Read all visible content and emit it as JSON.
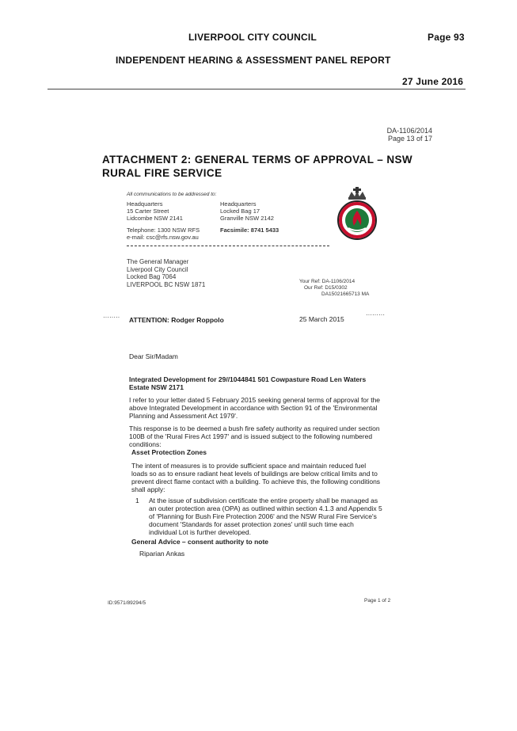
{
  "header": {
    "council": "LIVERPOOL CITY COUNCIL",
    "page": "Page 93",
    "report": "INDEPENDENT HEARING & ASSESSMENT PANEL REPORT",
    "date": "27 June 2016"
  },
  "doc_ref": {
    "da": "DA-1106/2014",
    "page_of": "Page 13 of 17"
  },
  "attachment_title": {
    "line1": "ATTACHMENT 2: GENERAL TERMS OF APPROVAL – NSW",
    "line2": "RURAL FIRE SERVICE"
  },
  "letterhead": {
    "address_note": "All communications to be addressed to:",
    "hq1": [
      "Headquarters",
      "15 Carter Street",
      "Lidcombe NSW 2141"
    ],
    "hq2": [
      "Headquarters",
      "Locked Bag 17",
      "Granville NSW 2142"
    ],
    "telephone": "Telephone: 1300 NSW RFS",
    "email": "e-mail: csc@rfs.nsw.gov.au",
    "facsimile": "Facsimile: 8741 5433"
  },
  "recipient": [
    "The General Manager",
    "Liverpool City Council",
    "Locked Bag 7064",
    "LIVERPOOL BC NSW 1871"
  ],
  "refs": [
    "Your Ref: DA-1106/2014",
    "Our Ref: D15/0302",
    "DA15021665713 MA"
  ],
  "attention": "ATTENTION: Rodger Roppolo",
  "letter_date": "25 March 2015",
  "salutation": "Dear Sir/Madam",
  "subject": {
    "line1": "Integrated Development for 29//1044841 501 Cowpasture Road Len Waters",
    "line2": "Estate NSW 2171"
  },
  "para1": [
    "I refer to your letter dated 5 February 2015 seeking general terms of approval for the",
    "above Integrated Development in accordance with Section 91 of the 'Environmental",
    "Planning and Assessment Act 1979'."
  ],
  "para2": [
    "This response is to be deemed a bush fire safety authority as required under section",
    "100B of the 'Rural Fires Act 1997' and is issued subject to the following numbered",
    "conditions:"
  ],
  "asset_heading": "Asset Protection Zones",
  "para3": [
    "The intent of measures is to provide sufficient space and maintain reduced fuel",
    "loads so as to ensure radiant heat levels of buildings are below critical limits and to",
    "prevent direct flame contact with a building. To achieve this, the following conditions",
    "shall apply:"
  ],
  "condition": {
    "number": "1",
    "lines": [
      "At the issue of subdivision certificate the entire property shall be managed as",
      "an outer protection area (OPA) as outlined within section 4.1.3 and Appendix 5",
      "of 'Planning for Bush Fire Protection 2006' and the NSW Rural Fire Service's",
      "document 'Standards for asset protection zones' until such time each",
      "individual Lot is further developed."
    ]
  },
  "general_advice": "General Advice – consent authority to note",
  "signatory": "Riparian Ankas",
  "footer": {
    "id": "ID:9571/89294/5",
    "page": "Page 1 of 2"
  },
  "colors": {
    "text": "#111111",
    "logo_red": "#c8102e",
    "logo_green": "#1f7a3a"
  }
}
